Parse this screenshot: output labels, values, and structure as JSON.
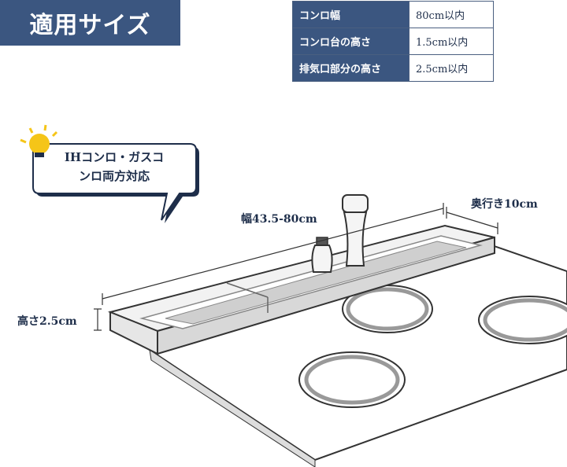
{
  "title": "適用サイズ",
  "spec_table": [
    {
      "label": "コンロ幅",
      "value": "80cm以内"
    },
    {
      "label": "コンロ台の高さ",
      "value": "1.5cm以内"
    },
    {
      "label": "排気口部分の高さ",
      "value": "2.5cm以内"
    }
  ],
  "bubble": {
    "line1": "IHコンロ・ガスコ",
    "line2": "ンロ両方対応"
  },
  "dimensions": {
    "width": "幅43.5-80cm",
    "depth": "奥行き10cm",
    "height": "高さ2.5cm"
  },
  "colors": {
    "navy": "#3b5680",
    "text": "#1e2e4a",
    "bulb": "#f5c518"
  },
  "icons": [
    "lightbulb-icon"
  ]
}
